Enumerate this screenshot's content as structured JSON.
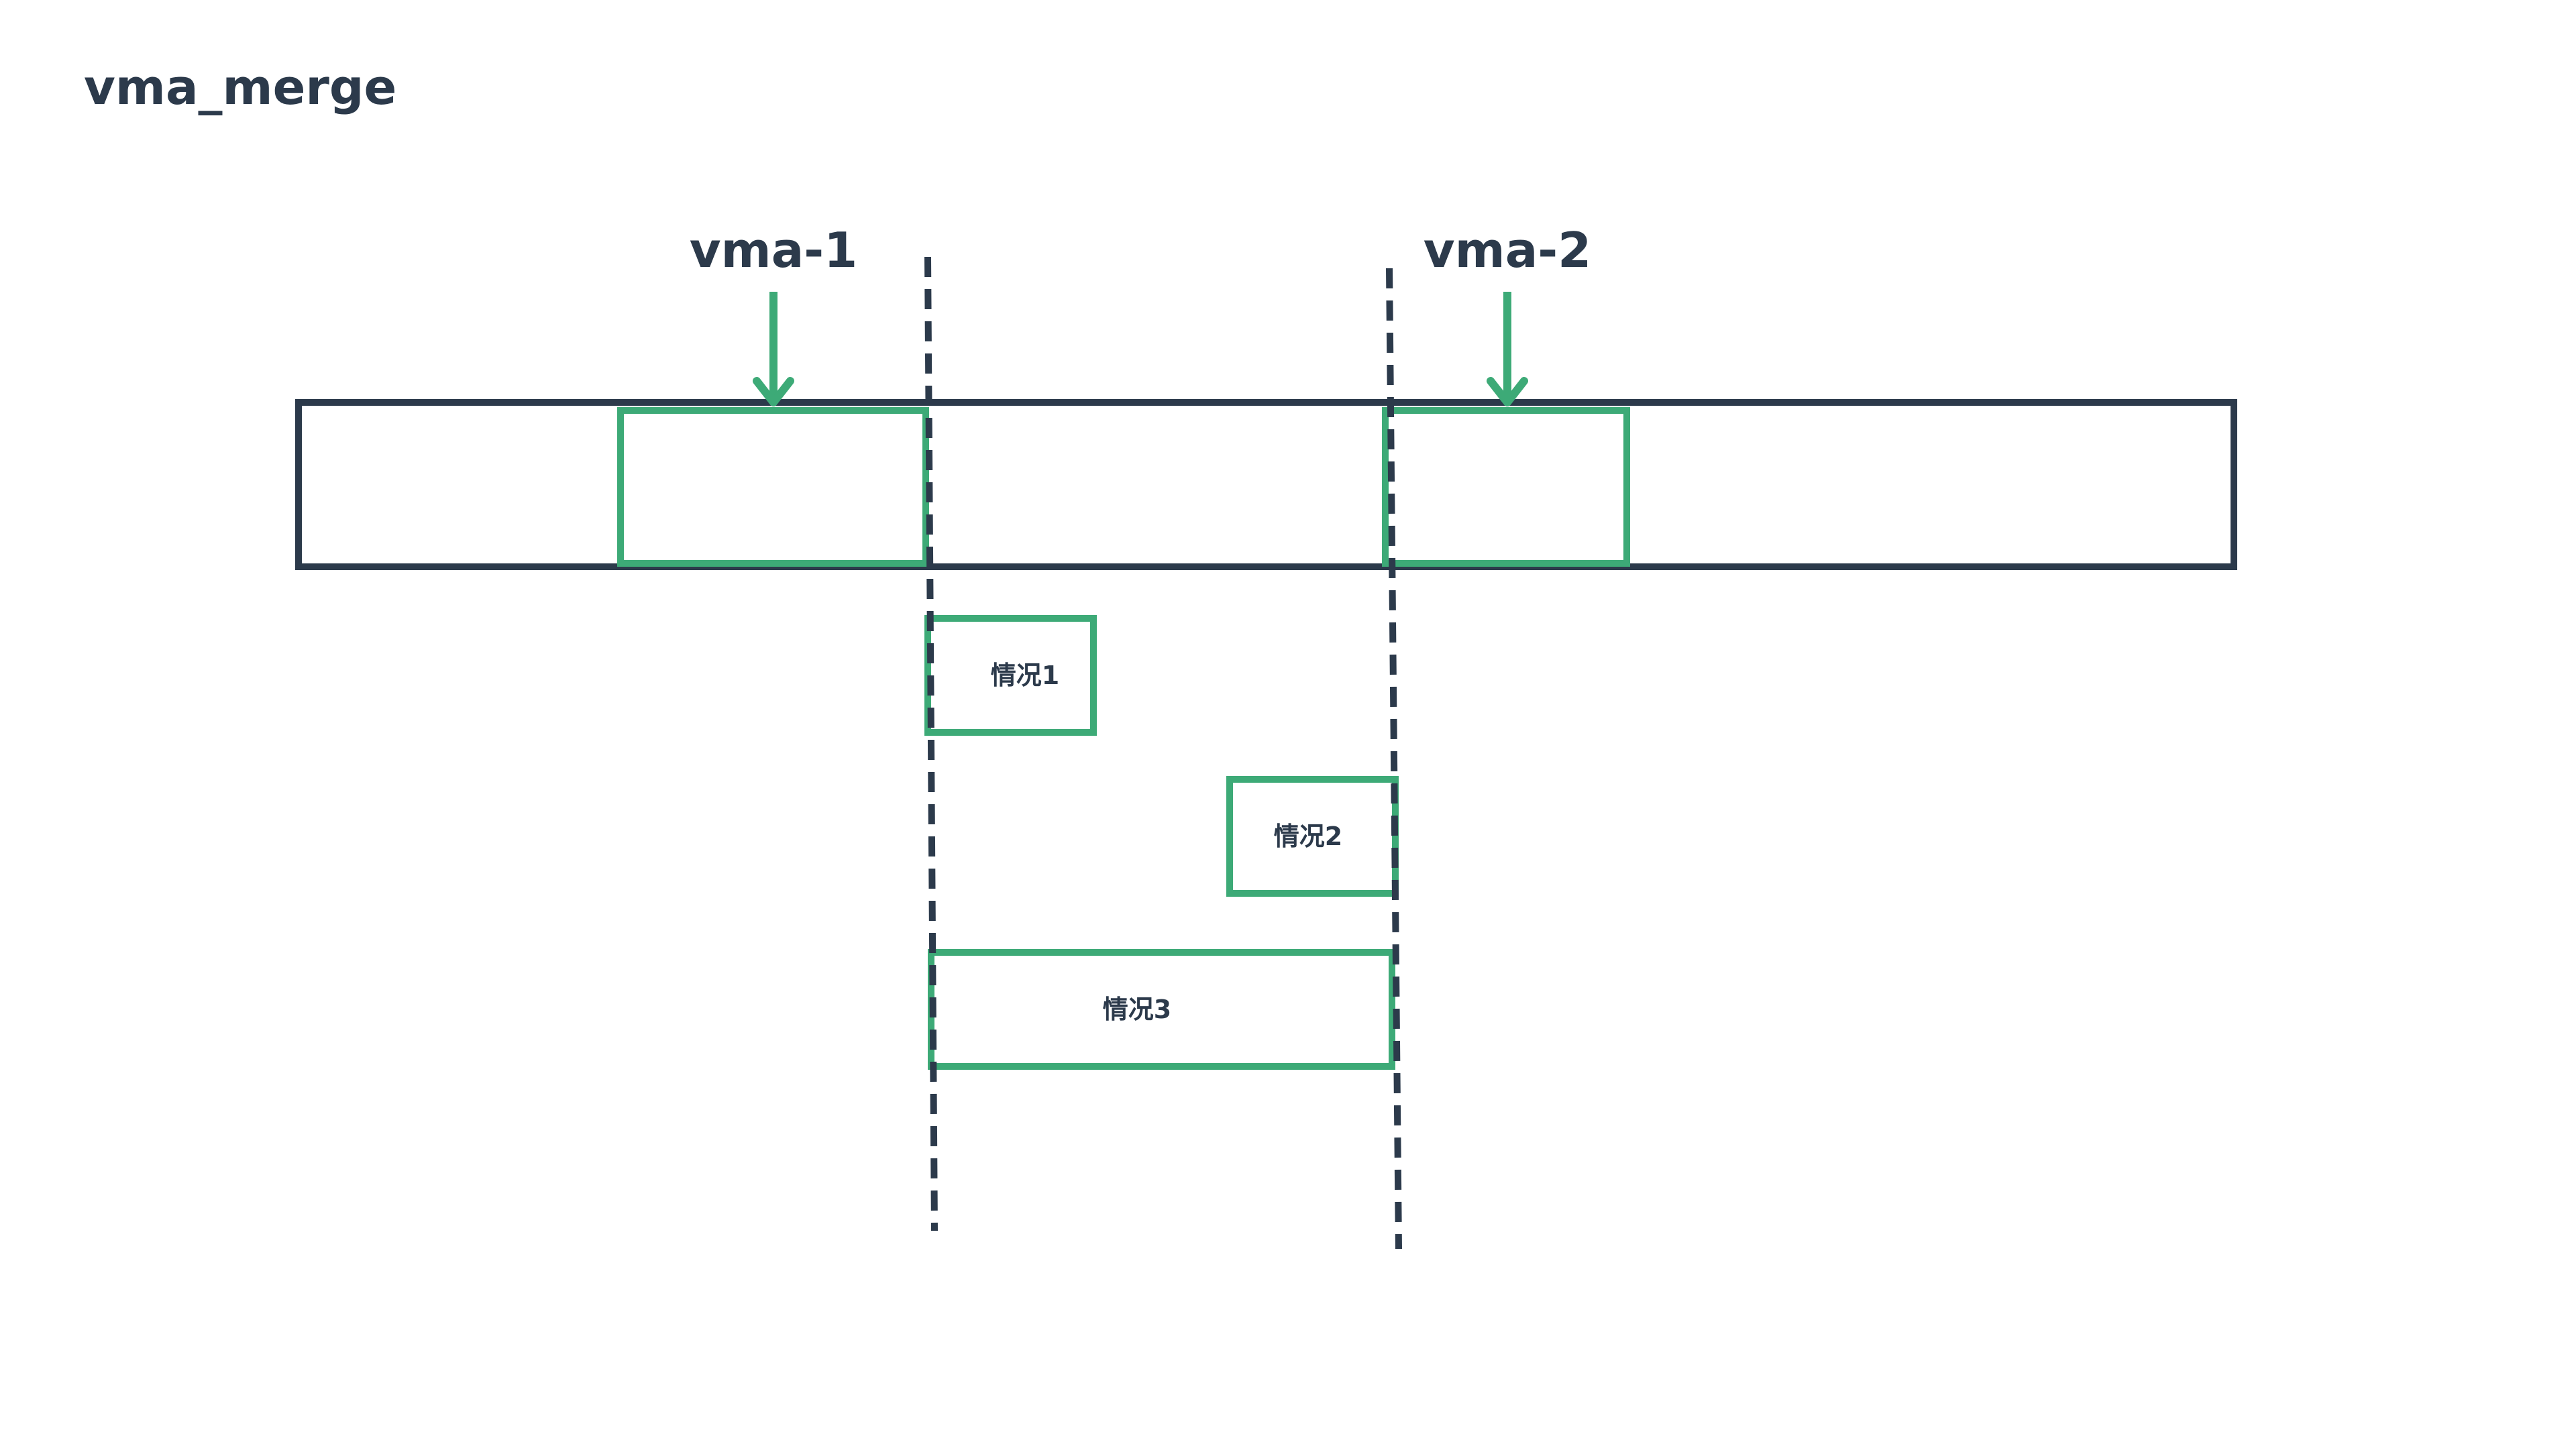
{
  "title": "vma_merge",
  "vmas": [
    {
      "label": "vma-1"
    },
    {
      "label": "vma-2"
    }
  ],
  "cases": [
    {
      "label": "情况1"
    },
    {
      "label": "情况2"
    },
    {
      "label": "情况3"
    }
  ],
  "colors": {
    "dark": "#2c3a4b",
    "green": "#3daa77",
    "background": "#ffffff"
  }
}
